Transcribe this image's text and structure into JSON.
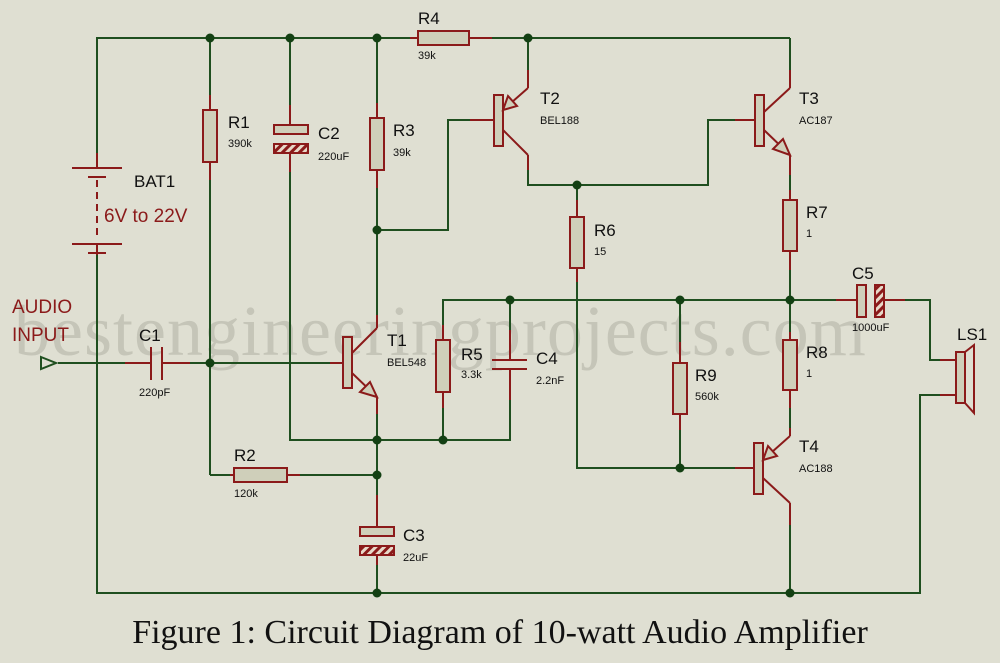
{
  "caption": "Figure 1: Circuit Diagram of 10-watt Audio Amplifier",
  "watermark": "bestengineeringprojects.com",
  "colors": {
    "wire": "#1f4f1f",
    "pin": "#8b1a1a",
    "body": "#cfcfba",
    "background": "#dfdfd2"
  },
  "input": {
    "label_line1": "AUDIO",
    "label_line2": "INPUT"
  },
  "battery": {
    "ref": "BAT1",
    "value": "6V to 22V"
  },
  "resistors": [
    {
      "ref": "R1",
      "value": "390k"
    },
    {
      "ref": "R2",
      "value": "120k"
    },
    {
      "ref": "R3",
      "value": "39k"
    },
    {
      "ref": "R4",
      "value": "39k"
    },
    {
      "ref": "R5",
      "value": "3.3k"
    },
    {
      "ref": "R6",
      "value": "15"
    },
    {
      "ref": "R7",
      "value": "1"
    },
    {
      "ref": "R8",
      "value": "1"
    },
    {
      "ref": "R9",
      "value": "560k"
    }
  ],
  "capacitors": [
    {
      "ref": "C1",
      "value": "220pF"
    },
    {
      "ref": "C2",
      "value": "220uF"
    },
    {
      "ref": "C3",
      "value": "22uF"
    },
    {
      "ref": "C4",
      "value": "2.2nF"
    },
    {
      "ref": "C5",
      "value": "1000uF"
    }
  ],
  "transistors": [
    {
      "ref": "T1",
      "value": "BEL548"
    },
    {
      "ref": "T2",
      "value": "BEL188"
    },
    {
      "ref": "T3",
      "value": "AC187"
    },
    {
      "ref": "T4",
      "value": "AC188"
    }
  ],
  "speaker": {
    "ref": "LS1"
  }
}
